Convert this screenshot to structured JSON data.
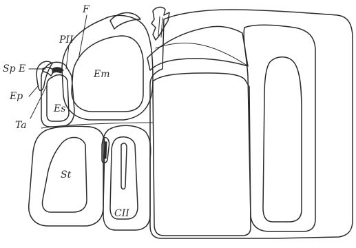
{
  "figure": {
    "labels": {
      "F": "F",
      "PII": "PII",
      "SpE": "Sp E",
      "Ep": "Ep",
      "Es": "Es",
      "Ta": "Ta",
      "Em": "Em",
      "St": "St",
      "CII": "CII"
    }
  }
}
